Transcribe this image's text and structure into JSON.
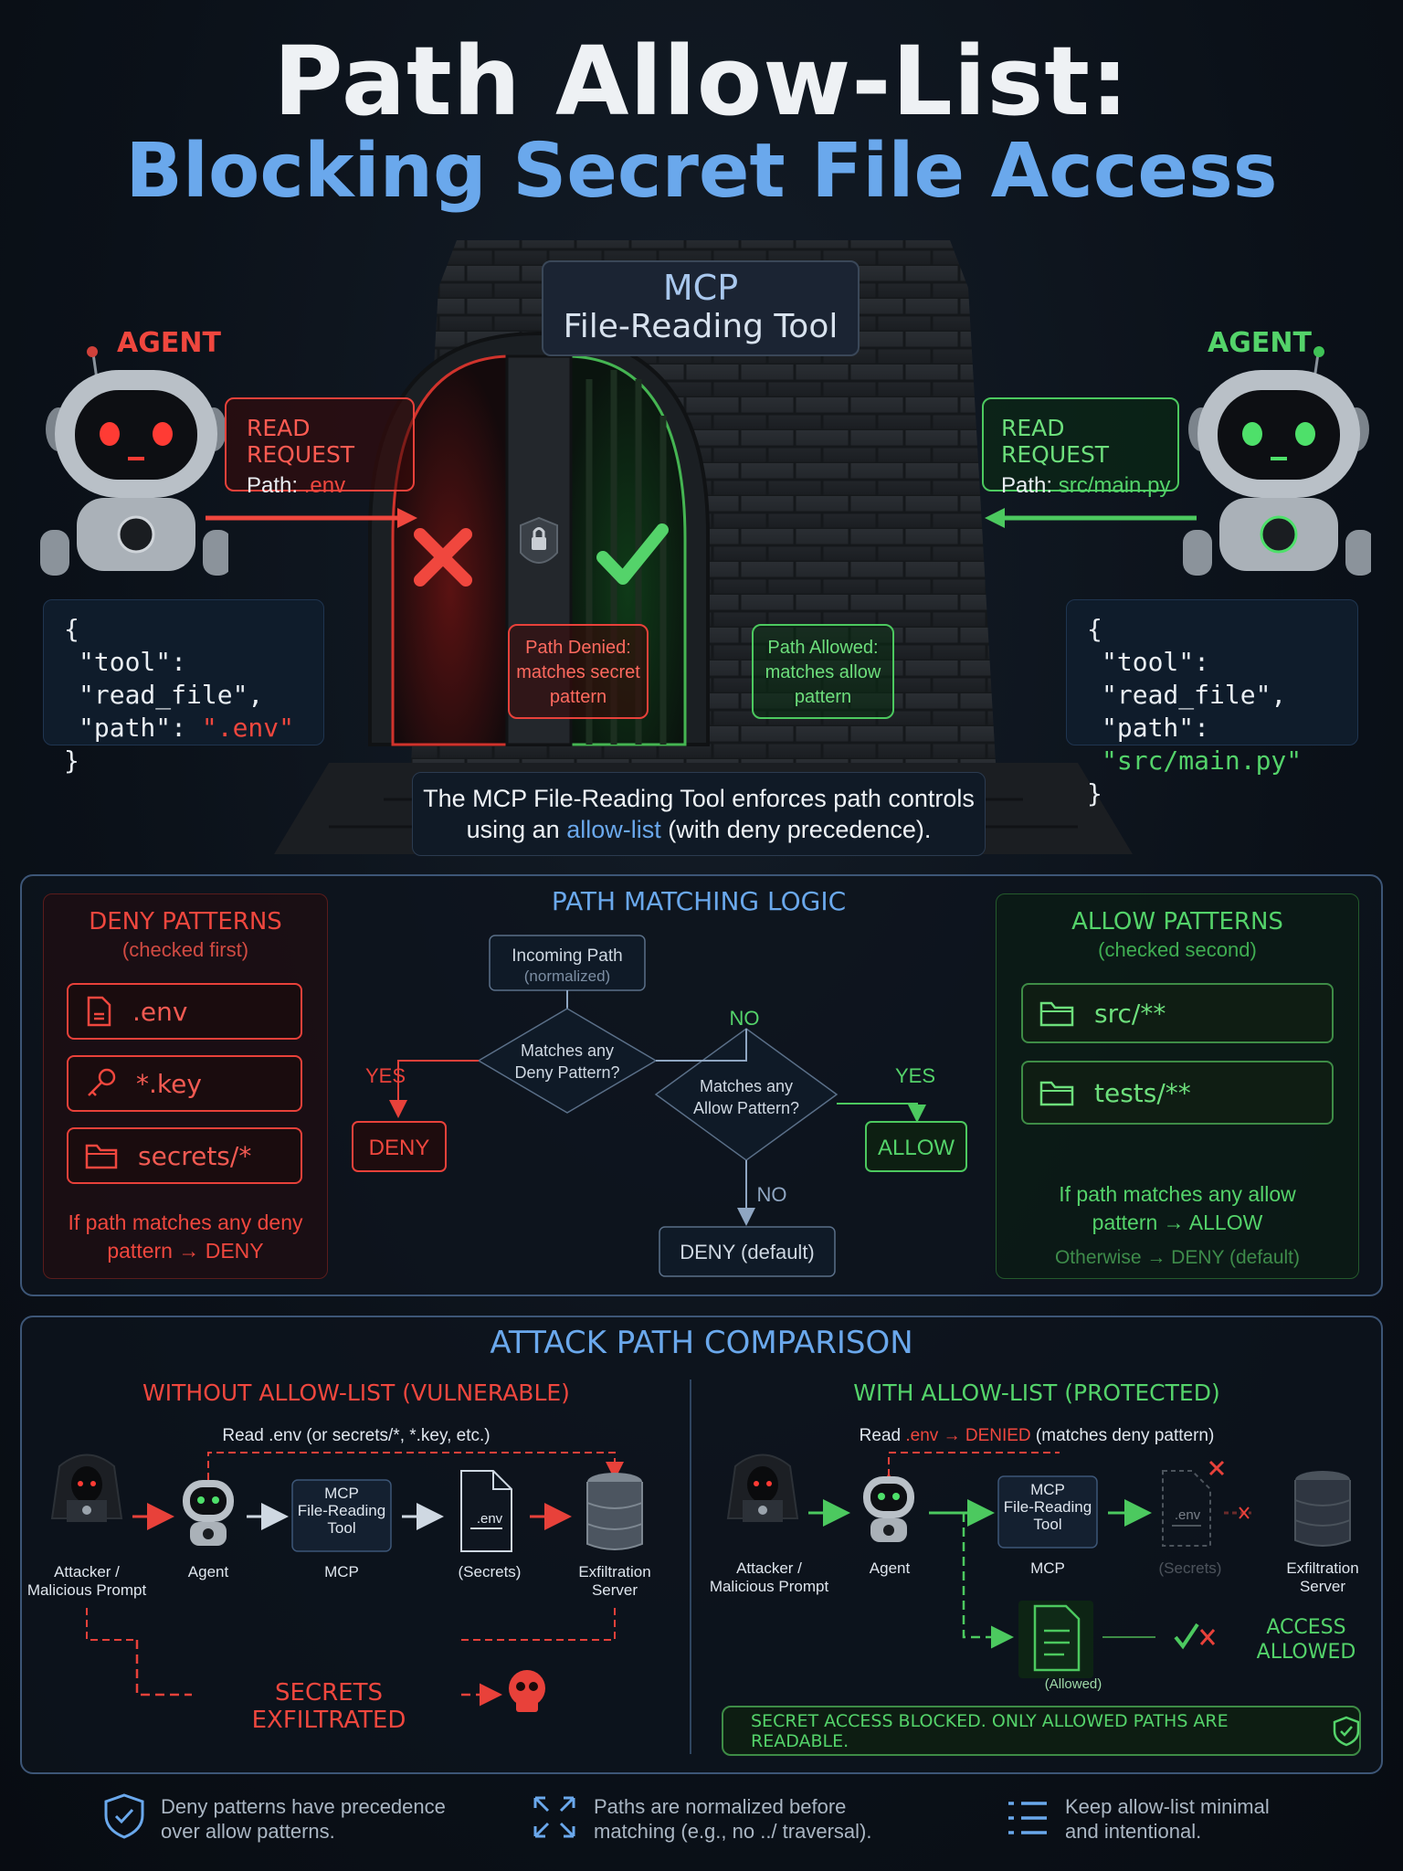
{
  "title": {
    "line1": "Path Allow-List:",
    "line2": "Blocking Secret File Access"
  },
  "gate": {
    "name_line1": "MCP",
    "name_line2": "File-Reading Tool",
    "denied": [
      "Path Denied:",
      "matches secret",
      "pattern"
    ],
    "allowed": [
      "Path Allowed:",
      "matches allow",
      "pattern"
    ],
    "caption_line1": "The MCP File-Reading Tool enforces path controls",
    "caption_pre": "using an ",
    "caption_link": "allow-list",
    "caption_post": " (with deny precedence)."
  },
  "left_agent": {
    "label": "AGENT",
    "request_title": "READ REQUEST",
    "path_label": "Path: ",
    "path_value": ".env",
    "code": {
      "open": "{",
      "tool_line": "\"tool\": \"read_file\",",
      "path_key": "\"path\": ",
      "path_val": "\".env\"",
      "close": "}"
    }
  },
  "right_agent": {
    "label": "AGENT",
    "request_title": "READ REQUEST",
    "path_label": "Path: ",
    "path_value": "src/main.py",
    "code": {
      "open": "{",
      "tool_line": "\"tool\": \"read_file\",",
      "path_key": "\"path\": ",
      "path_val": "\"src/main.py\"",
      "close": "}"
    }
  },
  "deny_patterns": {
    "title": "DENY PATTERNS",
    "subtitle": "(checked first)",
    "items": [
      ".env",
      "*.key",
      "secrets/*"
    ],
    "note_line1": "If path matches any deny",
    "note_line2": "pattern → DENY"
  },
  "logic": {
    "title": "PATH MATCHING LOGIC",
    "incoming": "Incoming Path",
    "incoming_sub": "(normalized)",
    "deny_q1": "Matches any",
    "deny_q2": "Deny Pattern?",
    "allow_q1": "Matches any",
    "allow_q2": "Allow Pattern?",
    "yes1": "YES",
    "no1": "NO",
    "yes2": "YES",
    "no2": "NO",
    "deny": "DENY",
    "allow": "ALLOW",
    "deny_default": "DENY (default)"
  },
  "allow_patterns": {
    "title": "ALLOW PATTERNS",
    "subtitle": "(checked second)",
    "items": [
      "src/**",
      "tests/**"
    ],
    "note_line1": "If path matches any allow",
    "note_line2": "pattern → ALLOW",
    "note_line3": "Otherwise → DENY (default)"
  },
  "attack": {
    "title": "ATTACK PATH COMPARISON",
    "without": {
      "title": "WITHOUT ALLOW-LIST (VULNERABLE)",
      "read": "Read .env (or secrets/*, *.key, etc.)",
      "attacker": [
        "Attacker /",
        "Malicious Prompt"
      ],
      "agent": "Agent",
      "mcp": [
        "MCP",
        "File-Reading",
        "Tool"
      ],
      "mcp_label": "MCP",
      "file": ".env",
      "secrets": "(Secrets)",
      "server": [
        "Exfiltration",
        "Server"
      ],
      "result": "SECRETS EXFILTRATED"
    },
    "with": {
      "title": "WITH ALLOW-LIST (PROTECTED)",
      "read_pre": "Read ",
      "read_file": ".env",
      "read_arrow": " → ",
      "read_denied": "DENIED",
      "read_post": " (matches deny pattern)",
      "attacker": [
        "Attacker /",
        "Malicious Prompt"
      ],
      "agent": "Agent",
      "mcp": [
        "MCP",
        "File-Reading",
        "Tool"
      ],
      "mcp_label": "MCP",
      "file": ".env",
      "secrets": "(Secrets)",
      "server": [
        "Exfiltration",
        "Server"
      ],
      "allowed_doc": "(Allowed)",
      "access": [
        "ACCESS",
        "ALLOWED"
      ],
      "banner": "SECRET ACCESS BLOCKED. ONLY ALLOWED PATHS ARE READABLE."
    }
  },
  "footer": [
    {
      "icon": "shield-icon",
      "line1": "Deny patterns have precedence",
      "line2": "over allow patterns."
    },
    {
      "icon": "expand-arrows-icon",
      "line1": "Paths are normalized before",
      "line2": "matching (e.g., no ../ traversal)."
    },
    {
      "icon": "list-icon",
      "line1": "Keep allow-list minimal",
      "line2": "and intentional."
    }
  ]
}
